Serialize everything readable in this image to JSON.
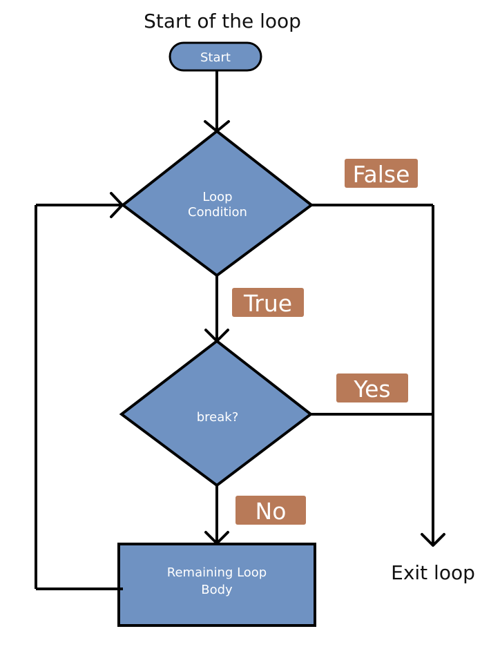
{
  "colors": {
    "node_fill": "#6f92c2",
    "badge_fill": "#b87a58",
    "line": "#000000",
    "node_text": "#ffffff",
    "caption_text": "#111111"
  },
  "captions": {
    "start_title": "Start of the loop",
    "exit": "Exit loop"
  },
  "nodes": {
    "start": "Start",
    "loop_condition_line1": "Loop",
    "loop_condition_line2": "Condition",
    "break_check": "break?",
    "body_line1": "Remaining Loop",
    "body_line2": "Body"
  },
  "edge_labels": {
    "false": "False",
    "true": "True",
    "yes": "Yes",
    "no": "No"
  }
}
